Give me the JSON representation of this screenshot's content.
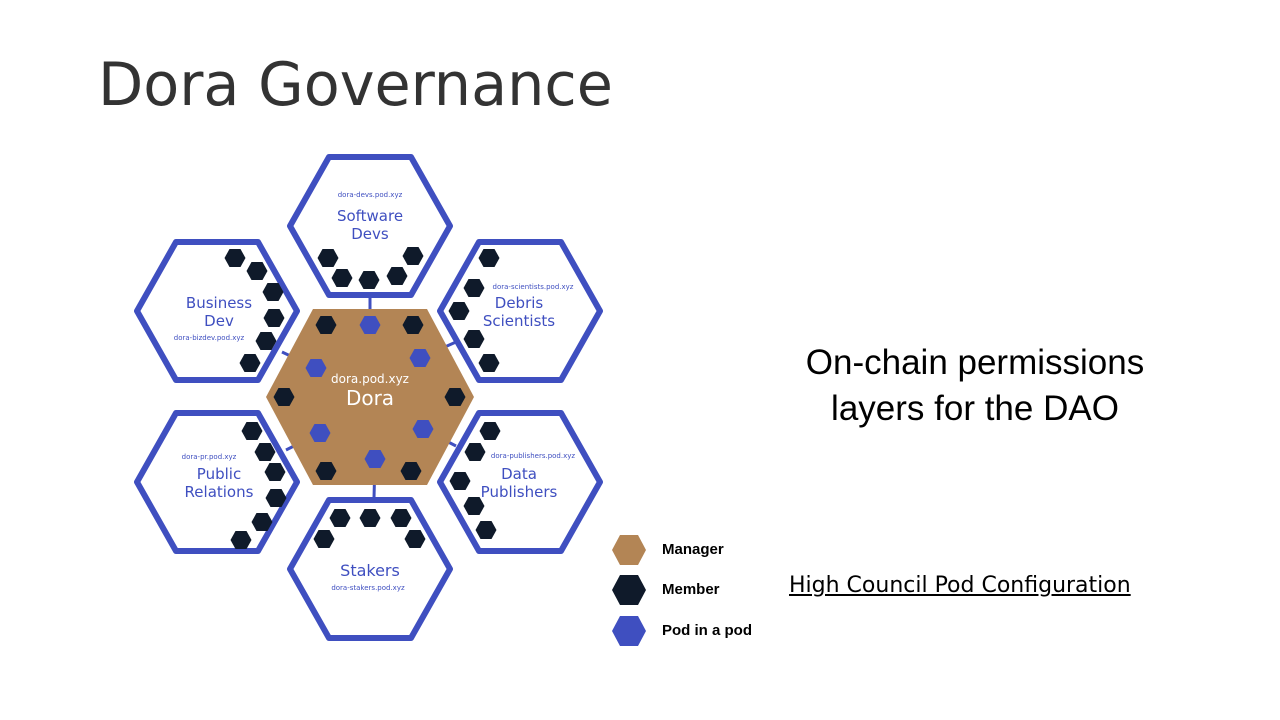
{
  "title": "Dora Governance",
  "subtitle_lines": [
    "On-chain permissions",
    "layers for the DAO"
  ],
  "config_link": "High Council Pod Configuration",
  "colors": {
    "pod_outline": "#3f4fc0",
    "manager": "#b38555",
    "member": "#0f1a2a",
    "pod_in_pod": "#3f4fc0"
  },
  "legend": [
    {
      "label": "Manager",
      "icon": "manager-hex-icon"
    },
    {
      "label": "Member",
      "icon": "member-hex-icon"
    },
    {
      "label": "Pod in a pod",
      "icon": "pod-hex-icon"
    }
  ],
  "center_pod": {
    "name": "Dora",
    "domain": "dora.pod.xyz"
  },
  "pods": [
    {
      "id": "software-devs",
      "name_lines": [
        "Software",
        "Devs"
      ],
      "domain": "dora-devs.pod.xyz"
    },
    {
      "id": "business-dev",
      "name_lines": [
        "Business",
        "Dev"
      ],
      "domain": "dora-bizdev.pod.xyz"
    },
    {
      "id": "debris-scientists",
      "name_lines": [
        "Debris",
        "Scientists"
      ],
      "domain": "dora-scientists.pod.xyz"
    },
    {
      "id": "public-relations",
      "name_lines": [
        "Public",
        "Relations"
      ],
      "domain": "dora-pr.pod.xyz"
    },
    {
      "id": "data-publishers",
      "name_lines": [
        "Data",
        "Publishers"
      ],
      "domain": "dora-publishers.pod.xyz"
    },
    {
      "id": "stakers",
      "name_lines": [
        "Stakers"
      ],
      "domain": "dora-stakers.pod.xyz"
    }
  ]
}
